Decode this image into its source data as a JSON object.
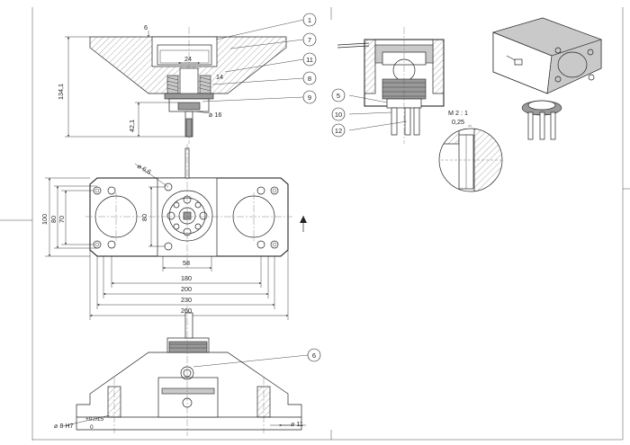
{
  "balloons": [
    "1",
    "7",
    "11",
    "8",
    "9",
    "5",
    "10",
    "12",
    "6"
  ],
  "dims_front": {
    "height_total": "134,1",
    "height_lower": "42,1",
    "width_24": "24",
    "wall_6": "6",
    "label_14": "14",
    "dia_16": "⌀ 16"
  },
  "dims_top": {
    "d100": "100",
    "d80_left": "80",
    "d70": "70",
    "d80_center": "80",
    "d58": "58",
    "d180": "180",
    "d200": "200",
    "d230": "230",
    "d260": "260",
    "dia_6_6": "⌀ 6,6"
  },
  "detail": {
    "scale_label": "M 2 : 1",
    "dim_025": "0,25"
  },
  "dims_bottom": {
    "bore": "⌀ 8 H7",
    "tol_upper": "+0,015",
    "tol_lower": "0",
    "dia_11": "⌀ 11"
  }
}
